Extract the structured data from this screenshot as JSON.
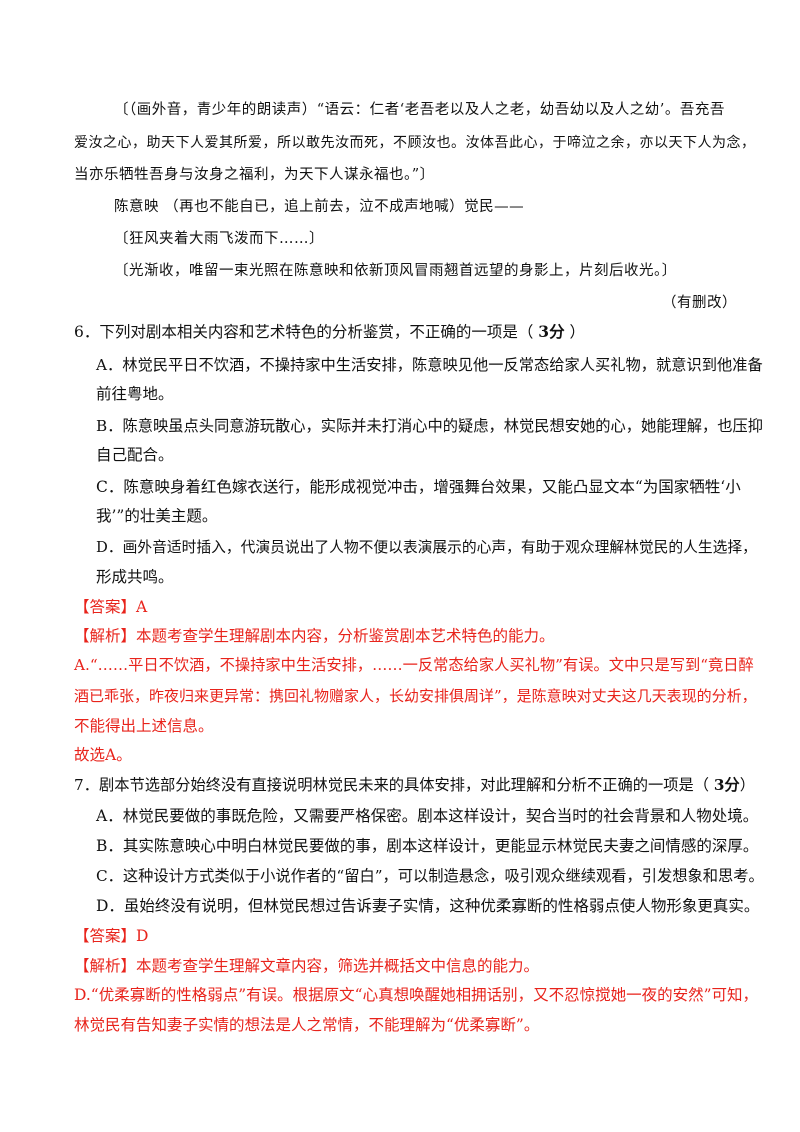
{
  "script": {
    "p1": [
      "〔（画外音，青少年的朗读声）“语云：仁者‘老吾老以及人之老，幼吾幼以及人之幼’。吾充吾",
      "爱汝之心，助天下人爱其所爱，所以敢先汝而死，不顾汝也。汝体吾此心，于啼泣之余，亦以天下人为念，",
      "当亦乐牺牲吾身与汝身之福利，为天下人谋永福也。”〕"
    ],
    "p2": "陈意映 （再也不能自已，追上前去，泣不成声地喊）觉民——",
    "p3": "〔狂风夹着大雨飞泼而下……〕",
    "p4": "〔光渐收，唯留一束光照在陈意映和依新顶风冒雨翘首远望的身影上，片刻后收光。〕",
    "note": "（有删改）"
  },
  "q6": {
    "stem": "6．下列对剧本相关内容和艺术特色的分析鉴赏，不正确的一项是（ 3分 ）",
    "options": [
      "A．林觉民平日不饮酒，不操持家中生活安排，陈意映见他一反常态给家人买礼物，就意识到他准备",
      "前往粤地。",
      "B．陈意映虽点头同意游玩散心，实际并未打消心中的疑虑，林觉民想安她的心，她能理解，也压抑",
      "自己配合。",
      "C．陈意映身着红色嫁衣送行，能形成视觉冲击，增强舞台效果，又能凸显文本“为国家牺牲‘小",
      "我’”的壮美主题。",
      "D．画外音适时插入，代演员说出了人物不便以表演展示的心声，有助于观众理解林觉民的人生选择，",
      "形成共鸣。"
    ],
    "answer": "【答案】A",
    "analysis": "【解析】本题考查学生理解剧本内容，分析鉴赏剧本艺术特色的能力。",
    "explain": [
      "A.“……平日不饮酒，不操持家中生活安排，……一反常态给家人买礼物”有误。文中只是写到“竟日醉",
      "酒已乖张，昨夜归来更异常：携回礼物赠家人，长幼安排俱周详”，是陈意映对丈夫这几天表现的分析，",
      "不能得出上述信息。"
    ],
    "conclusion": "故选A。"
  },
  "q7": {
    "stem": "7．剧本节选部分始终没有直接说明林觉民未来的具体安排，对此理解和分析不正确的一项是（ 3分）",
    "options": [
      "A．林觉民要做的事既危险，又需要严格保密。剧本这样设计，契合当时的社会背景和人物处境。",
      "B．其实陈意映心中明白林觉民要做的事，剧本这样设计，更能显示林觉民夫妻之间情感的深厚。",
      "C．这种设计方式类似于小说作者的“留白”，可以制造悬念，吸引观众继续观看，引发想象和思考。",
      "D．虽始终没有说明，但林觉民想过告诉妻子实情，这种优柔寡断的性格弱点使人物形象更真实。"
    ],
    "answer": "【答案】D",
    "analysis": "【解析】本题考查学生理解文章内容，筛选并概括文中信息的能力。",
    "explain": [
      "D.“优柔寡断的性格弱点”有误。根据原文“心真想唤醒她相拥话别，又不忍惊搅她一夜的安然”可知，",
      "林觉民有告知妻子实情的想法是人之常情，不能理解为“优柔寡断”。"
    ]
  },
  "colors": {
    "text": "#111111",
    "highlight": "#e8231b"
  }
}
